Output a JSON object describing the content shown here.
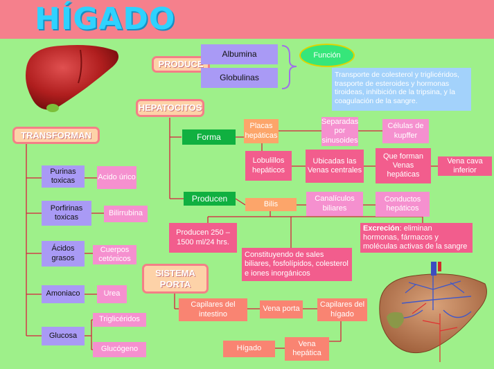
{
  "title": "HÍGADO",
  "produce": {
    "label": "PRODUCE",
    "items": [
      "Albumina",
      "Globulinas"
    ],
    "funcion": "Función",
    "funcion_text": "Transporte de colesterol y triglicéridos, trasporte de esteroides y hormonas tiroideas, inhibición de la tripsina, y la coagulación de la sangre."
  },
  "hepatocitos": {
    "label": "HEPATOCITOS",
    "forma": "Forma",
    "placas": "Placas hepáticas",
    "separadas": "Separadas por sinusoides",
    "celulas_kupffer": "Células de kupffer",
    "lobulillos": "Lobulillos hepáticos",
    "ubicadas": "Ubicadas las Venas centrales",
    "que_forman": "Que forman Venas hepáticas",
    "vena_cava": "Vena cava inferior",
    "producen": "Producen",
    "bilis": "Bilis",
    "canaliculos": "Canalículos biliares",
    "conductos": "Conductos hepáticos",
    "producen_250": "Producen 250 – 1500 ml/24 hrs.",
    "excrecion_bold": "Excreción",
    "excrecion_text": ": eliminan hormonas, fármacos y moléculas activas de la sangre",
    "constituyendo": "Constituyendo de sales biliares, fosfolípidos, colesterol e iones inorgánicos"
  },
  "transforman": {
    "label": "TRANSFORMAN",
    "items": [
      {
        "from": "Purinas toxicas",
        "to": "Acido úrico"
      },
      {
        "from": "Porfirinas toxicas",
        "to": "Bilirrubina"
      },
      {
        "from": "Ácidos grasos",
        "to": "Cuerpos cetónicos"
      },
      {
        "from": "Amoniaco",
        "to": "Urea"
      }
    ],
    "glucosa": "Glucosa",
    "trigliceridos": "Triglicéridos",
    "glucogeno": "Glucógeno"
  },
  "sistema_porta": {
    "label": "SISTEMA PORTA",
    "capilares_intestino": "Capilares del intestino",
    "vena_porta": "Vena porta",
    "capilares_higado": "Capilares del hígado",
    "higado": "Hígado",
    "vena_hepatica": "Vena hepática"
  },
  "colors": {
    "header": "#f5808c",
    "background": "#9ef08a",
    "line": "#d81e3c"
  }
}
